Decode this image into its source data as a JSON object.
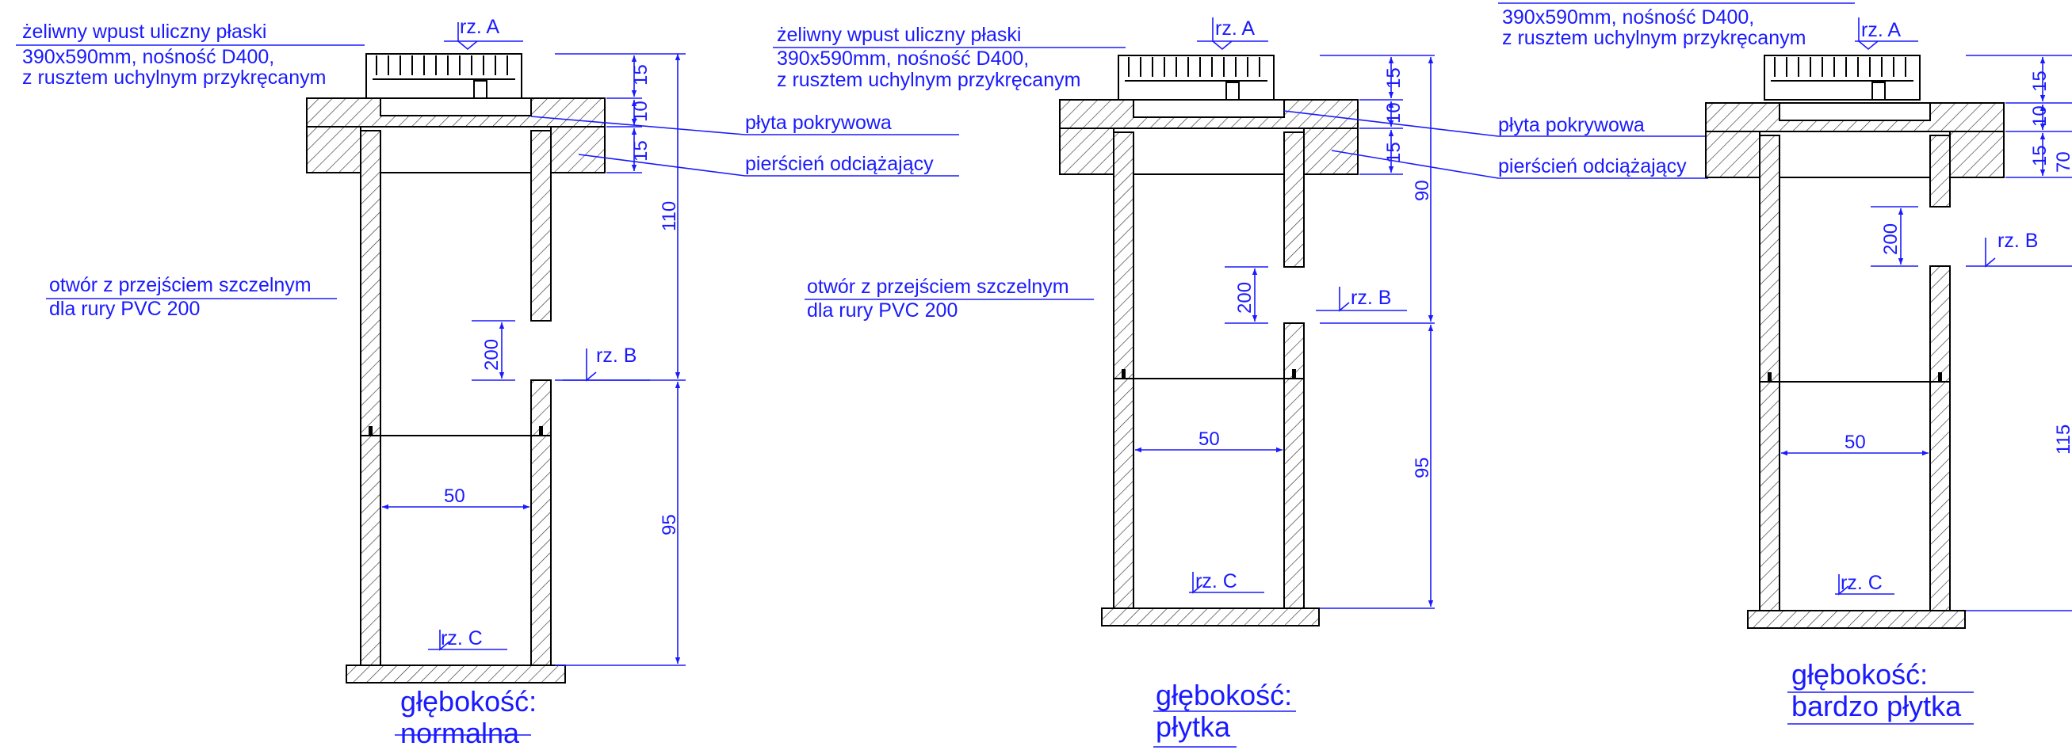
{
  "colors": {
    "annotation": "#1a1aff",
    "structure": "#000000",
    "hatch": "#333333"
  },
  "labels": {
    "grate_l1": "żeliwny wpust uliczny płaski",
    "grate_l2": "390x590mm, nośność D400,",
    "grate_l3": "z rusztem uchylnym przykręcanym",
    "cover_plate": "płyta pokrywowa",
    "relief_ring": "pierścień odciążający",
    "pipe_l1": "otwór z przejściem szczelnym",
    "pipe_l2": "dla rury PVC 200",
    "level_a": "rz. A",
    "level_b": "rz. B",
    "level_c": "rz. C",
    "depth_heading": "głębokość:"
  },
  "variants": [
    {
      "depth_name": "normalna",
      "dims": {
        "d15a": "15",
        "d10": "10",
        "d15b": "15",
        "upper": "110",
        "lower": "95",
        "opening": "200",
        "inner": "50"
      }
    },
    {
      "depth_name": "płytka",
      "dims": {
        "d15a": "15",
        "d10": "10",
        "d15b": "15",
        "upper": "90",
        "lower": "95",
        "opening": "200",
        "inner": "50"
      }
    },
    {
      "depth_name": "bardzo płytka",
      "dims": {
        "d15a": "15",
        "d10": "10",
        "d15b": "15",
        "upper": "70",
        "lower": "115",
        "opening": "200",
        "inner": "50"
      }
    }
  ]
}
